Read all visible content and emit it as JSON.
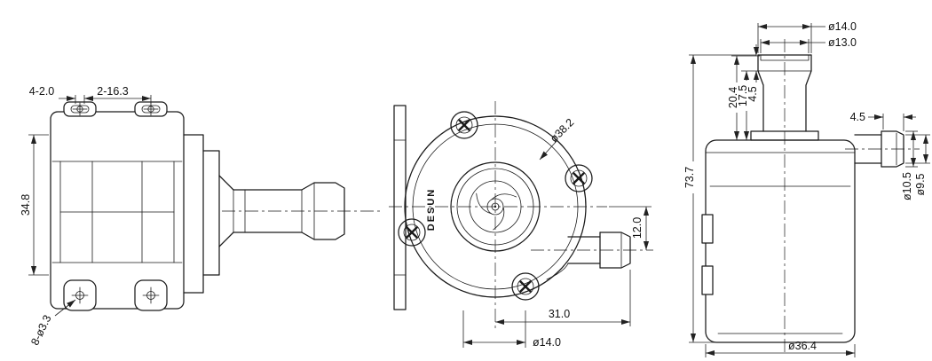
{
  "drawing": {
    "brand": "DESUN",
    "views": {
      "side_left": {
        "dims": {
          "slot_width": "4-2.0",
          "slot_pitch": "2-16.3",
          "mount_height": "34.8",
          "hole_callout": "8-ø3.3"
        }
      },
      "front": {
        "dims": {
          "volute_dia": "ø38.2",
          "outlet_offset": "12.0",
          "outlet_reach": "31.0",
          "outlet_dia": "ø14.0"
        }
      },
      "side_right": {
        "dims": {
          "inlet_od": "ø14.0",
          "inlet_id": "ø13.0",
          "inlet_step": "4.5",
          "inlet_barb_height": "17.5",
          "inlet_height": "20.4",
          "outlet_barb_len": "4.5",
          "overall_height": "73.7",
          "outlet_od": "ø10.5",
          "outlet_id": "ø9.5",
          "body_dia": "ø36.4"
        }
      }
    }
  }
}
